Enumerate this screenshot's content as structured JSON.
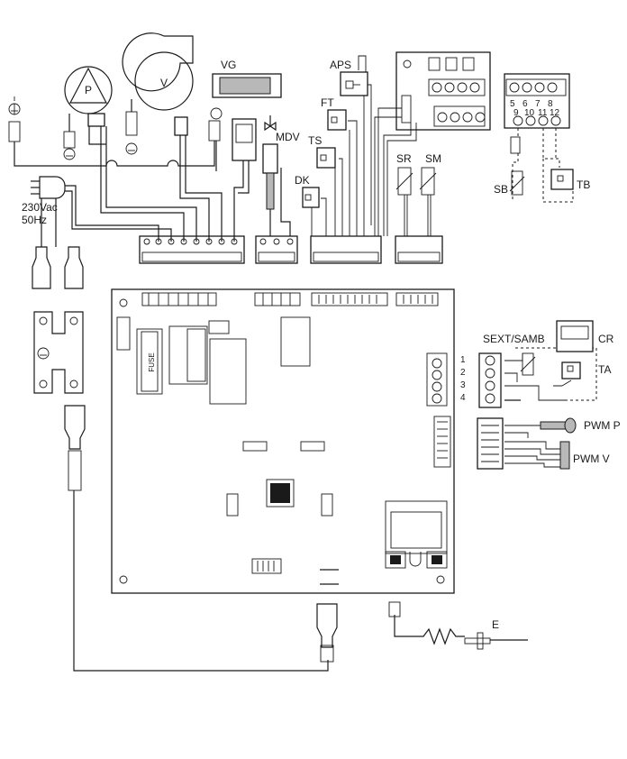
{
  "labels": {
    "pump": "P",
    "fan": "V",
    "gas_valve": "VG",
    "air_pressure_switch": "APS",
    "flow_thermostat": "FT",
    "safety_thermostat": "TS",
    "diverter_valve": "MDV",
    "dk": "DK",
    "sensor_sr": "SR",
    "sensor_sm": "SM",
    "sensor_sb": "SB",
    "sensor_tb": "TB",
    "power_supply_voltage": "230Vac",
    "power_supply_freq": "50Hz",
    "fuse": "FUSE",
    "external_sensor": "SEXT/SAMB",
    "remote_control": "CR",
    "room_thermostat": "TA",
    "pwm_pump": "PWM P",
    "pwm_fan": "PWM V",
    "electrode": "E"
  },
  "terminal_numbers_top": [
    "5",
    "6",
    "7",
    "8"
  ],
  "terminal_numbers_bottom": [
    "9",
    "10",
    "11",
    "12"
  ],
  "terminal_numbers_left": [
    "1",
    "2",
    "3",
    "4"
  ]
}
